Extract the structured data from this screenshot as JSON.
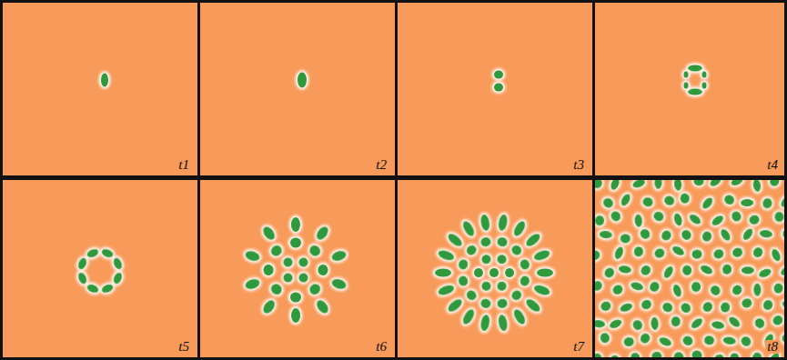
{
  "diagram": {
    "labels": [
      "t1",
      "t2",
      "t3",
      "t4",
      "t5",
      "t6",
      "t7",
      "t8"
    ]
  }
}
